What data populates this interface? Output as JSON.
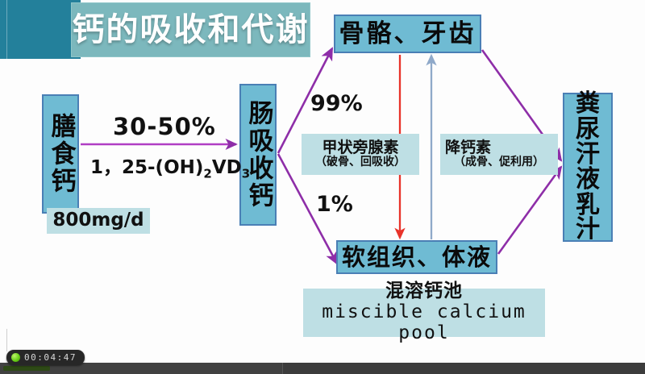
{
  "banner": {
    "title": "钙的吸收和代谢"
  },
  "nodes": {
    "dietary_calcium": "膳食钙",
    "intestinal_absorption": "肠吸收钙",
    "bone_teeth": "骨骼、牙齿",
    "soft_tissue_fluid": "软组织、体液",
    "excretion_line1": "粪",
    "excretion_line2": "尿",
    "excretion_line3": "汗液",
    "excretion_line4": "乳汁"
  },
  "labels": {
    "daily_dose": "800mg/d",
    "absorption_rate": "30-50%",
    "vitamin_d": "1，25-(OH)",
    "vitamin_d_sub1": "2",
    "vitamin_d_tail": "VD",
    "vitamin_d_sub2": "3",
    "bone_share": "99%",
    "fluid_share": "1%",
    "pth_name": "甲状旁腺素",
    "pth_effect": "（破骨、回吸收）",
    "calcitonin_name": "降钙素",
    "calcitonin_effect": "（成骨、促利用）",
    "pool_cn": "混溶钙池",
    "pool_en": "miscible calcium pool"
  },
  "player": {
    "timestamp": "00:04:47"
  },
  "colors": {
    "banner_left": "#23809b",
    "banner_title_bg": "#7cb8bd",
    "node_fill": "#6fbbd3",
    "node_border": "#4a7fb5",
    "soft_label_bg": "#bedfe4",
    "arrow_purple": "#8e2ea8",
    "arrow_red": "#e8332a",
    "arrow_blue": "#8fa9c9"
  }
}
